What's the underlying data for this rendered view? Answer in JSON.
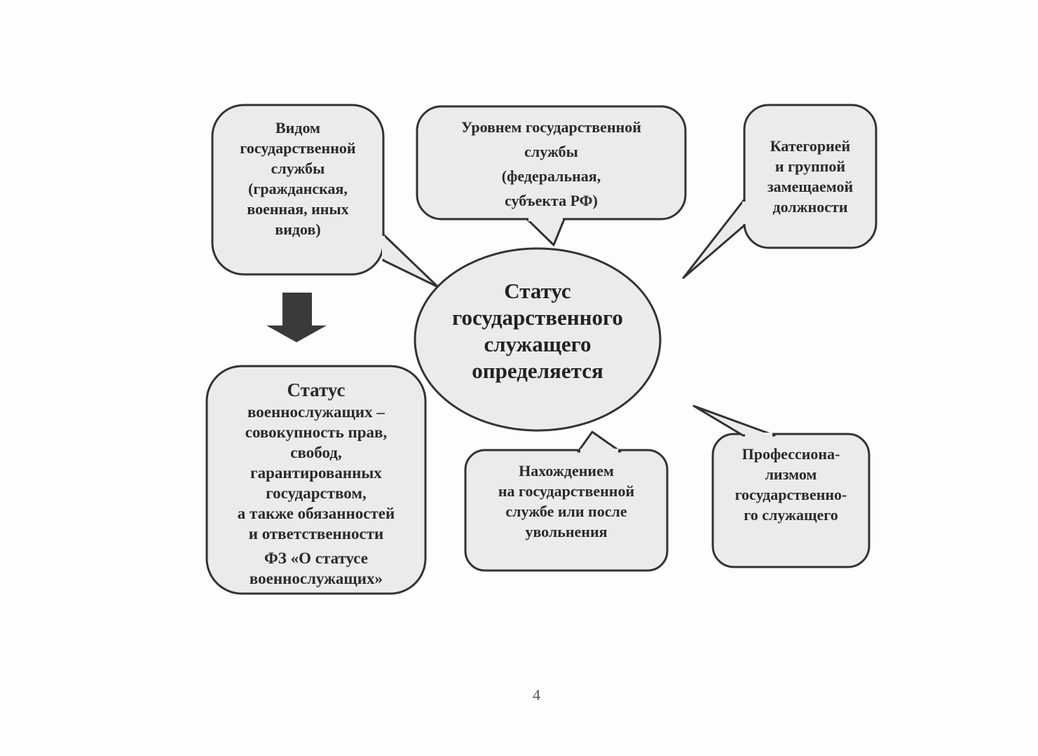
{
  "center": {
    "lines": [
      "Статус",
      "государственного",
      "служащего",
      "определяется"
    ]
  },
  "callouts": {
    "type": {
      "lines": [
        "Видом",
        "государственной",
        "службы",
        "(гражданская,",
        "военная, иных",
        "видов)"
      ]
    },
    "level": {
      "lines": [
        "Уровнем государственной",
        "службы",
        "(федеральная,",
        "субъекта РФ)"
      ]
    },
    "category": {
      "lines": [
        "Категорией",
        "и группой",
        "замещаемой",
        "должности"
      ]
    },
    "service": {
      "lines": [
        "Нахождением",
        "на государственной",
        "службе или после",
        "увольнения"
      ]
    },
    "professionalism": {
      "lines": [
        "Профессиона-",
        "лизмом",
        "государственно-",
        "го служащего"
      ]
    }
  },
  "military_status": {
    "lines": [
      "Статус",
      "военнослужащих –",
      "совокупность прав,",
      "свобод,",
      "гарантированных",
      "государством,",
      "а также обязанностей",
      "и ответственности"
    ],
    "law": [
      "ФЗ «О статусе",
      "военнослужащих»"
    ]
  },
  "page_number": "4",
  "colors": {
    "fill": "#ebebee",
    "stroke": "#333333"
  }
}
